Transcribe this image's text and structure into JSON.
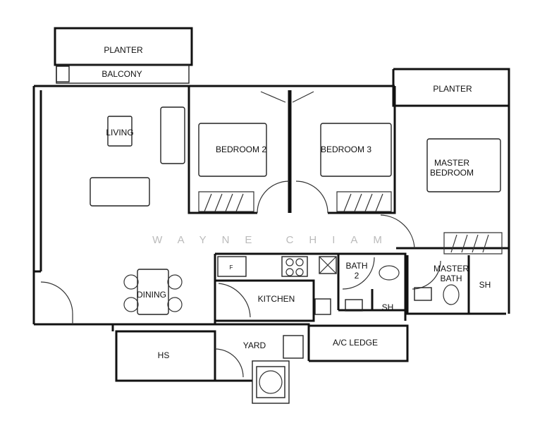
{
  "rooms": {
    "planter_1": "PLANTER",
    "balcony": "BALCONY",
    "living": "LIVING",
    "bedroom_2": "BEDROOM 2",
    "bedroom_3": "BEDROOM 3",
    "planter_2": "PLANTER",
    "master_bedroom_1": "MASTER",
    "master_bedroom_2": "BEDROOM",
    "bath_2_line1": "BATH",
    "bath_2_line2": "2",
    "master_bath_1": "MASTER",
    "master_bath_2": "BATH",
    "sh_1": "SH",
    "sh_2": "SH",
    "kitchen": "KITCHEN",
    "dining": "DINING",
    "hs": "HS",
    "yard": "YARD",
    "ac_ledge": "A/C LEDGE",
    "fridge": "F"
  },
  "watermark": "WAYNE CHIAM"
}
